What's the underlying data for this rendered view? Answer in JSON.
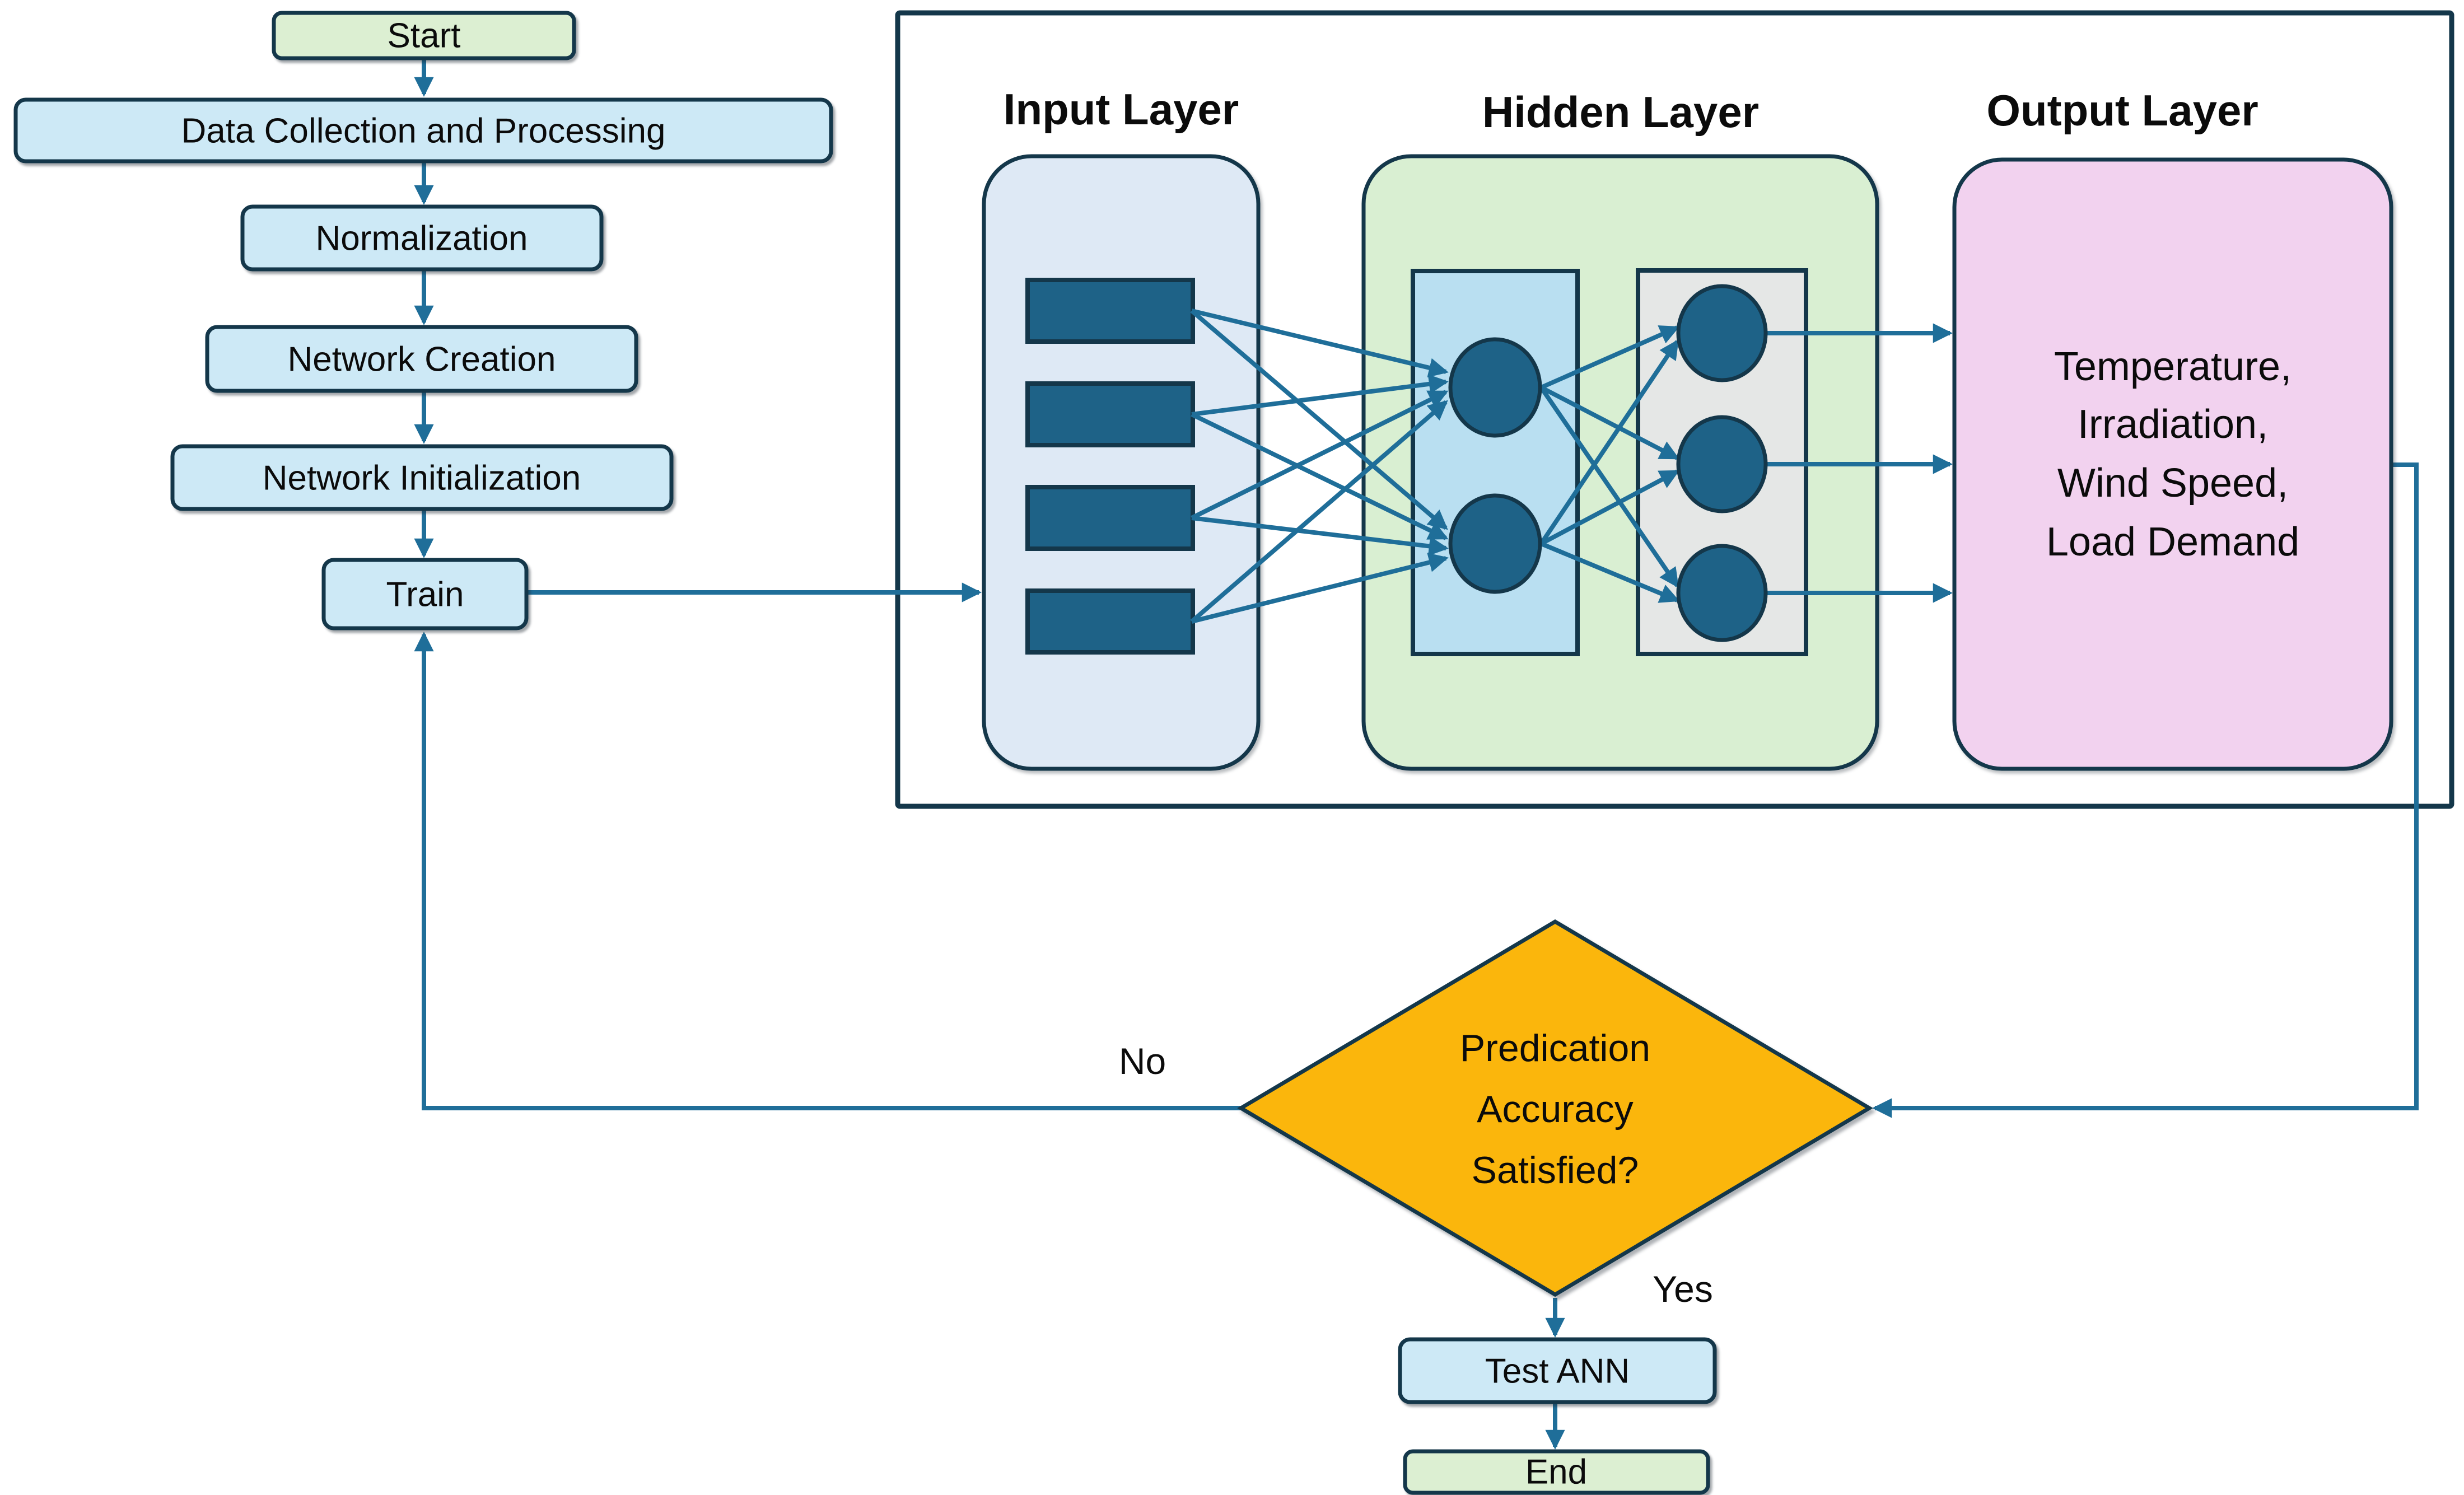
{
  "colors": {
    "arrow": "#1F6E99",
    "border": "#14374A",
    "process_fill": "#CDE9F6",
    "terminal_fill": "#DCEFD2",
    "input_panel_fill": "#DEE9F5",
    "hidden_panel_fill": "#D9EFD2",
    "output_panel_fill": "#F2D2EF",
    "hidden_sub1_fill": "#B9DFF1",
    "hidden_sub2_fill": "#E5E7E6",
    "neuron_fill": "#1E6287",
    "decision_fill": "#FBB60C",
    "text": "#0B0B0B"
  },
  "flowchart": {
    "start": "Start",
    "data_collection": "Data Collection and Processing",
    "normalization": "Normalization",
    "network_creation": "Network Creation",
    "network_initialization": "Network Initialization",
    "train": "Train",
    "test_ann": "Test ANN",
    "end": "End",
    "decision": {
      "line1": "Predication",
      "line2": "Accuracy",
      "line3": "Satisfied?"
    },
    "no_label": "No",
    "yes_label": "Yes"
  },
  "network": {
    "input_title": "Input Layer",
    "hidden_title": "Hidden Layer",
    "output_title": "Output Layer",
    "output_line1": "Temperature,",
    "output_line2": "Irradiation,",
    "output_line3": "Wind Speed,",
    "output_line4": "Load Demand"
  }
}
